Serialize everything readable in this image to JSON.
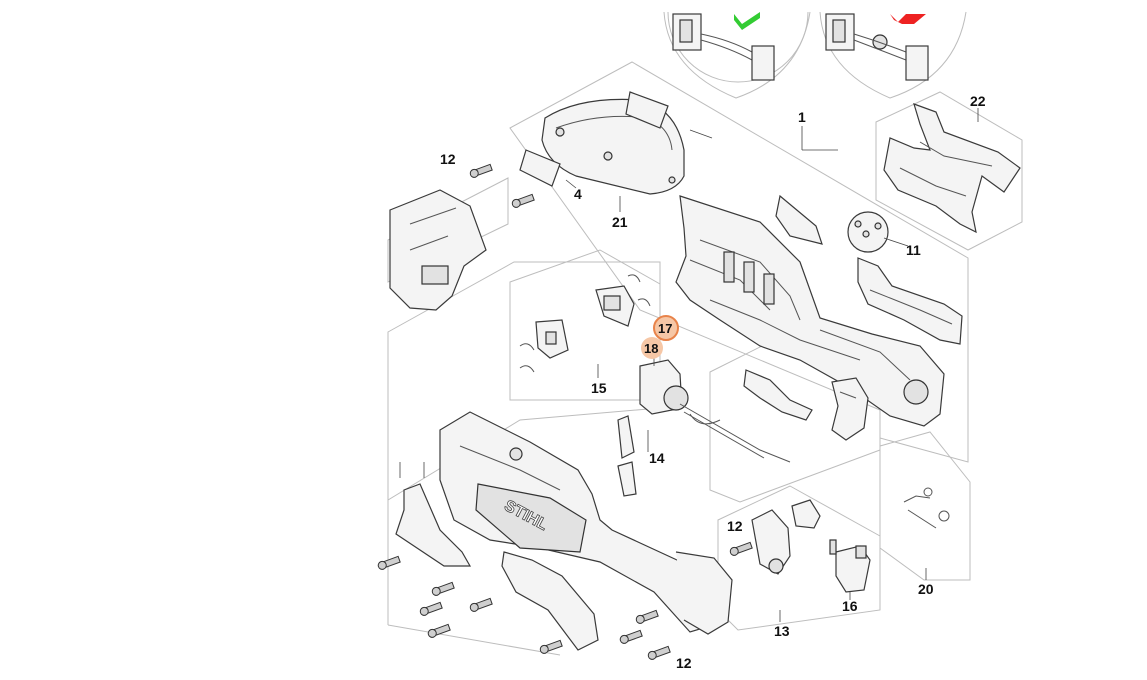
{
  "diagram": {
    "brand_logo_text": "STIHL",
    "part_labels": {
      "p1": "1",
      "p4": "4",
      "p11": "11",
      "p12a": "12",
      "p12b": "12",
      "p12c": "12",
      "p13": "13",
      "p14": "14",
      "p15": "15",
      "p16": "16",
      "p17": "17",
      "p18": "18",
      "p20": "20",
      "p21": "21",
      "p22": "22"
    },
    "highlight": {
      "selected_color": "#e8834a",
      "hover_color": "#f6c7a6"
    },
    "indicator_colors": {
      "ok": "#33cc33",
      "error": "#ee2222"
    }
  }
}
